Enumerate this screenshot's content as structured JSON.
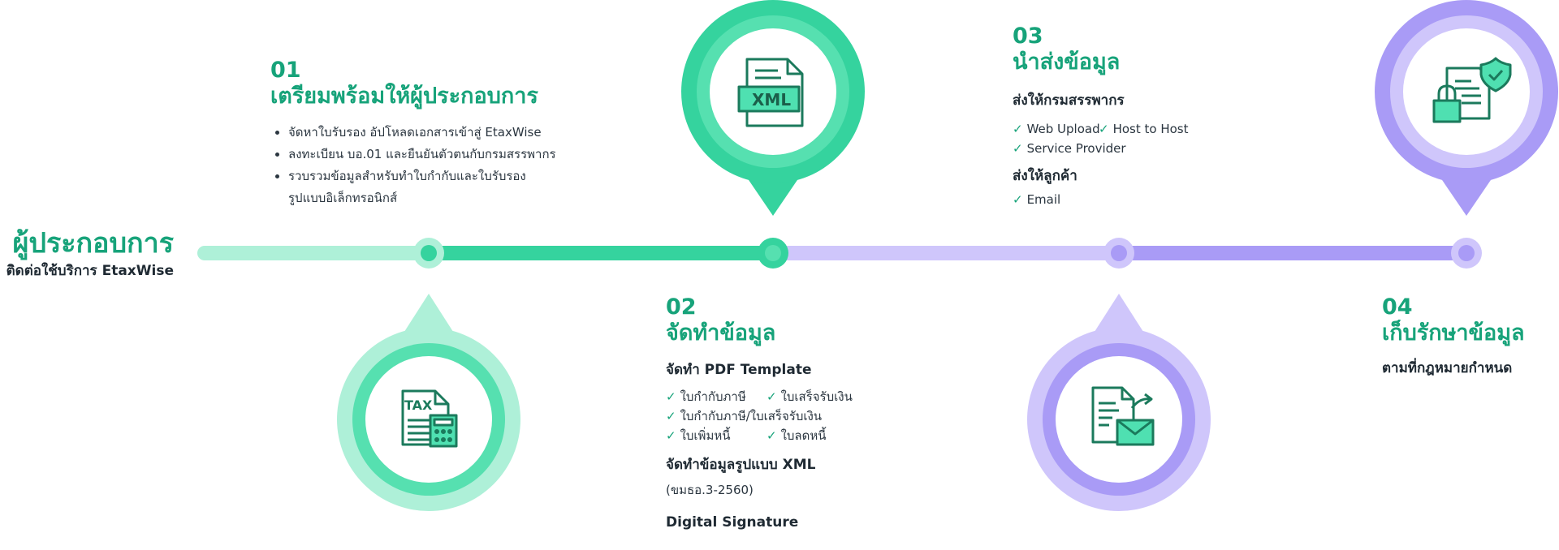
{
  "colors": {
    "green_dark": "#35d39e",
    "green_light": "#aef0d8",
    "green_mid": "#56e0b0",
    "purple_dark": "#a99bf6",
    "purple_light": "#cfc6fb",
    "title_green": "#17a37a",
    "icon_green": "#1b7a5c"
  },
  "hero": {
    "title": "ผู้ประกอบการ",
    "subtitle": "ติดต่อใช้บริการ  EtaxWise"
  },
  "step1": {
    "number": "01",
    "title": "เตรียมพร้อมให้ผู้ประกอบการ",
    "bullets": [
      "จัดหาใบรับรอง อัปโหลดเอกสารเข้าสู่ EtaxWise",
      "ลงทะเบียน บอ.01 และยืนยันตัวตนกับกรมสรรพากร",
      "รวบรวมข้อมูลสำหรับทำใบกำกับและใบรับรอง",
      "รูปแบบอิเล็กทรอนิกส์"
    ],
    "icon": "tax-calculator-icon",
    "icon_label": "TAX"
  },
  "step2": {
    "number": "02",
    "title": "จัดทำข้อมูล",
    "pdf_heading": "จัดทำ PDF Template",
    "pdf_items": [
      "ใบกำกับภาษี",
      "ใบเสร็จรับเงิน",
      "ใบกำกับภาษี/ใบเสร็จรับเงิน",
      "ใบเพิ่มหนี้",
      "ใบลดหนี้"
    ],
    "xml_heading": "จัดทำข้อมูลรูปแบบ XML",
    "xml_note": "(ขมธอ.3-2560)",
    "signature_heading": "Digital Signature",
    "icon": "xml-document-icon",
    "icon_label": "XML"
  },
  "step3": {
    "number": "03",
    "title": "นำส่งข้อมูล",
    "rd_heading": "ส่งให้กรมสรรพากร",
    "rd_items": [
      "Web Upload",
      "Host to Host",
      "Service Provider"
    ],
    "customer_heading": "ส่งให้ลูกค้า",
    "customer_items": [
      "Email"
    ],
    "icon": "document-send-email-icon"
  },
  "step4": {
    "number": "04",
    "title": "เก็บรักษาข้อมูล",
    "subtitle": "ตามที่กฎหมายกำหนด",
    "icon": "secure-document-icon"
  }
}
